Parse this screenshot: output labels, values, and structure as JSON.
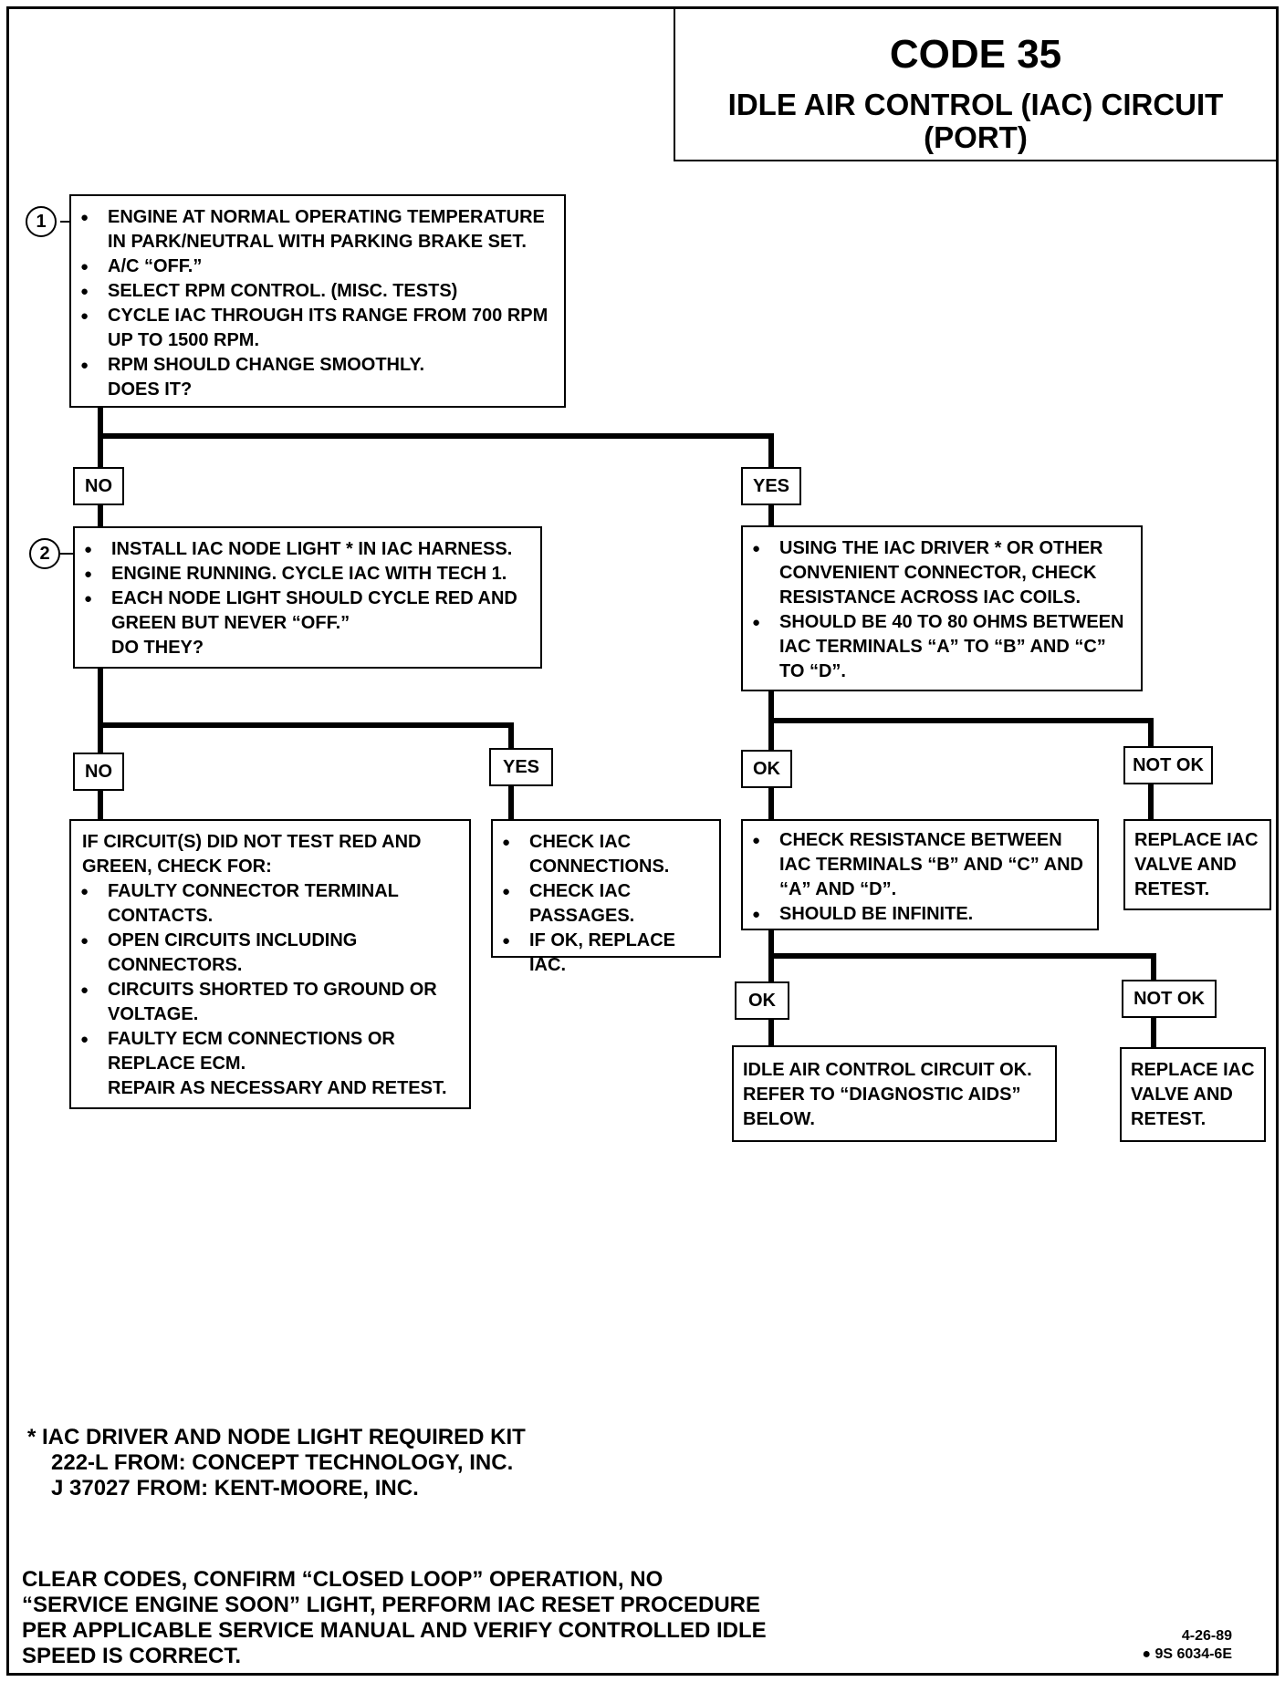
{
  "title": {
    "code": "CODE 35",
    "line1": "IDLE AIR CONTROL (IAC) CIRCUIT",
    "line2": "(PORT)"
  },
  "steps": {
    "one": "1",
    "two": "2"
  },
  "box1": {
    "items": [
      "ENGINE AT NORMAL OPERATING TEMPERATURE IN PARK/NEUTRAL WITH PARKING BRAKE SET.",
      "A/C “OFF.”",
      "SELECT RPM CONTROL. (MISC. TESTS)",
      "CYCLE IAC THROUGH ITS RANGE FROM 700 RPM UP TO 1500 RPM.",
      "RPM SHOULD CHANGE SMOOTHLY."
    ],
    "question": "DOES IT?"
  },
  "box2": {
    "items": [
      "INSTALL IAC NODE LIGHT * IN IAC HARNESS.",
      "ENGINE RUNNING. CYCLE IAC WITH TECH 1.",
      "EACH NODE LIGHT SHOULD CYCLE RED AND GREEN BUT NEVER “OFF.”"
    ],
    "question": "DO THEY?"
  },
  "box_yes1": {
    "items": [
      "USING THE IAC DRIVER * OR OTHER CONVENIENT CONNECTOR, CHECK RESISTANCE ACROSS IAC COILS.",
      "SHOULD BE 40 TO 80 OHMS BETWEEN IAC TERMINALS “A” TO “B” AND “C” TO “D”."
    ]
  },
  "box_no2": {
    "intro": "IF CIRCUIT(S) DID NOT TEST RED AND GREEN, CHECK FOR:",
    "items": [
      "FAULTY CONNECTOR TERMINAL CONTACTS.",
      "OPEN CIRCUITS INCLUDING CONNECTORS.",
      "CIRCUITS SHORTED TO GROUND OR VOLTAGE.",
      "FAULTY ECM CONNECTIONS OR REPLACE ECM."
    ],
    "closing": "REPAIR AS NECESSARY AND RETEST."
  },
  "box_yes2": {
    "items": [
      "CHECK IAC CONNECTIONS.",
      "CHECK IAC PASSAGES.",
      "IF OK, REPLACE IAC."
    ]
  },
  "box_ok1": {
    "items": [
      "CHECK RESISTANCE BETWEEN IAC TERMINALS “B” AND “C” AND “A” AND “D”.",
      "SHOULD BE INFINITE."
    ]
  },
  "box_notok1": {
    "text": "REPLACE IAC VALVE AND RETEST."
  },
  "box_ok2": {
    "text": "IDLE AIR CONTROL CIRCUIT OK. REFER TO “DIAGNOSTIC AIDS” BELOW."
  },
  "box_notok2": {
    "text": "REPLACE IAC VALVE AND RETEST."
  },
  "labels": {
    "no1": "NO",
    "yes1": "YES",
    "no2": "NO",
    "yes2": "YES",
    "ok1": "OK",
    "notok1": "NOT OK",
    "ok2": "OK",
    "notok2": "NOT OK"
  },
  "footnote": {
    "line1": "* IAC DRIVER AND NODE LIGHT REQUIRED KIT",
    "line2": "222-L FROM: CONCEPT TECHNOLOGY, INC.",
    "line3": "J 37027 FROM: KENT-MOORE, INC."
  },
  "final_note": {
    "line1": "CLEAR CODES, CONFIRM “CLOSED LOOP” OPERATION, NO",
    "line2": "“SERVICE ENGINE SOON” LIGHT, PERFORM IAC RESET PROCEDURE",
    "line3": "PER APPLICABLE SERVICE MANUAL AND VERIFY CONTROLLED IDLE",
    "line4": "SPEED IS CORRECT."
  },
  "doc_ref": {
    "date": "4-26-89",
    "number": "● 9S 6034-6E"
  }
}
